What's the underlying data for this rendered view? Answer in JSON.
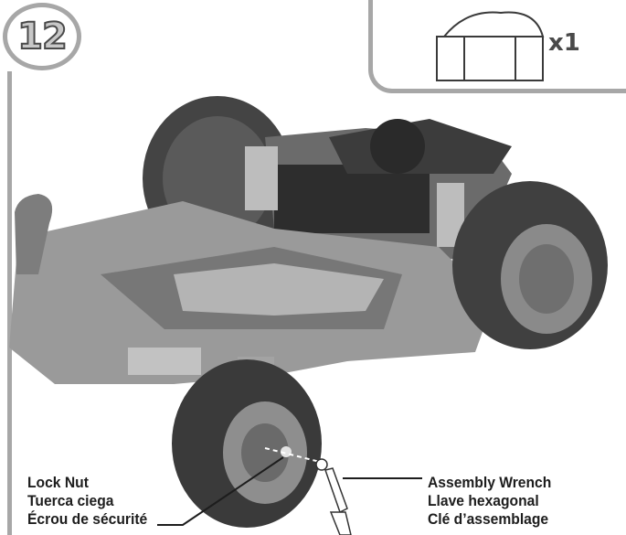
{
  "step": {
    "number": "12"
  },
  "parts": {
    "quantity": "x1",
    "icon": "lock-nut-icon"
  },
  "callouts": {
    "lock_nut": {
      "en": "Lock Nut",
      "es": "Tuerca ciega",
      "fr": "Écrou de sécurité"
    },
    "wrench": {
      "en": "Assembly Wrench",
      "es": "Llave hexagonal",
      "fr": "Clé d’assemblage"
    }
  },
  "colors": {
    "frame": "#a7a7a7",
    "text": "#1d1d1d",
    "tire": "#3a3a3a",
    "body": "#8f8f8f"
  }
}
